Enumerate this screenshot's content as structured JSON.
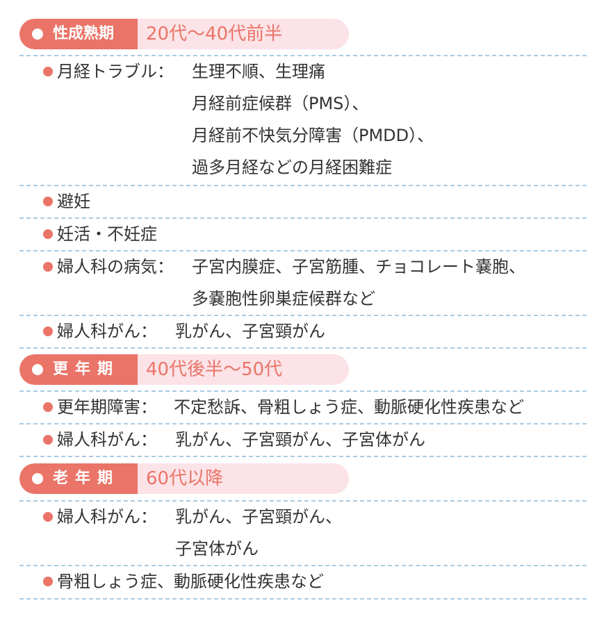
{
  "sections": [
    {
      "label": "性成熟期",
      "age": "20代〜40代前半",
      "items": [
        {
          "term": "月経トラブル：",
          "lines": [
            "生理不順、生理痛",
            "月経前症候群（PMS）、",
            "月経前不快気分障害（PMDD）、",
            "過多月経などの月経困難症"
          ]
        },
        {
          "term": "避妊",
          "lines": []
        },
        {
          "term": "妊活・不妊症",
          "lines": []
        },
        {
          "term": "婦人科の病気：",
          "lines": [
            "子宮内膜症、子宮筋腫、チョコレート嚢胞、",
            "多嚢胞性卵巣症候群など"
          ]
        },
        {
          "term": "婦人科がん：",
          "lines": [
            "乳がん、子宮頸がん"
          ]
        }
      ]
    },
    {
      "label": "更年期",
      "age": "40代後半〜50代",
      "items": [
        {
          "term": "更年期障害：",
          "lines": [
            "不定愁訴、骨粗しょう症、動脈硬化性疾患など"
          ]
        },
        {
          "term": "婦人科がん：",
          "lines": [
            "乳がん、子宮頸がん、子宮体がん"
          ]
        }
      ]
    },
    {
      "label": "老年期",
      "age": "60代以降",
      "items": [
        {
          "term": "婦人科がん：",
          "lines": [
            "乳がん、子宮頸がん、",
            "子宮体がん"
          ]
        },
        {
          "term": "骨粗しょう症、動脈硬化性疾患など",
          "lines": []
        }
      ]
    }
  ],
  "colors": {
    "accent": "#ea7468",
    "pill_bg": "#fbe3e7",
    "rule": "#a9cbe4",
    "text": "#333333"
  }
}
